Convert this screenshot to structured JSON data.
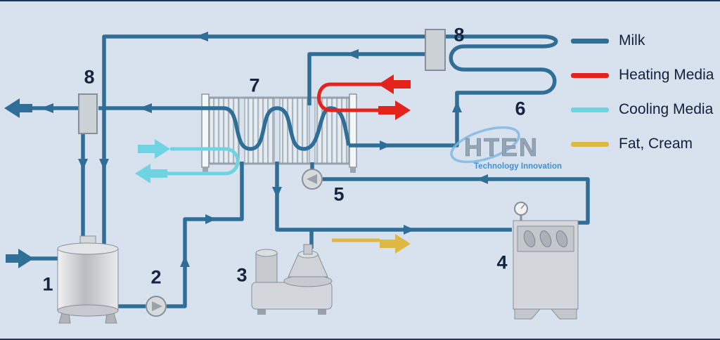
{
  "legend": {
    "items": [
      {
        "name": "milk",
        "label": "Milk",
        "color": "#2f6e96"
      },
      {
        "name": "heating-media",
        "label": "Heating Media",
        "color": "#e3231c"
      },
      {
        "name": "cooling-media",
        "label": "Cooling Media",
        "color": "#6fd4e2"
      },
      {
        "name": "fat-cream",
        "label": "Fat, Cream",
        "color": "#dfb844"
      }
    ]
  },
  "logo": {
    "brand": "HTEN",
    "tagline": "Technology Innovation"
  },
  "components": {
    "balance_tank": "1",
    "feed_pump": "2",
    "separator": "3",
    "homogenizer": "4",
    "booster_pump": "5",
    "holding_tube": "6",
    "plate_heat_exchanger": "7",
    "diversion_valve_top": "8",
    "diversion_valve_left": "8"
  },
  "colors": {
    "milk": "#2f6e96",
    "heating_media": "#e3231c",
    "cooling_media": "#6fd4e2",
    "fat_cream": "#dfb844",
    "background": "#d8e2ee",
    "equipment_fill": "#d3d6da"
  }
}
